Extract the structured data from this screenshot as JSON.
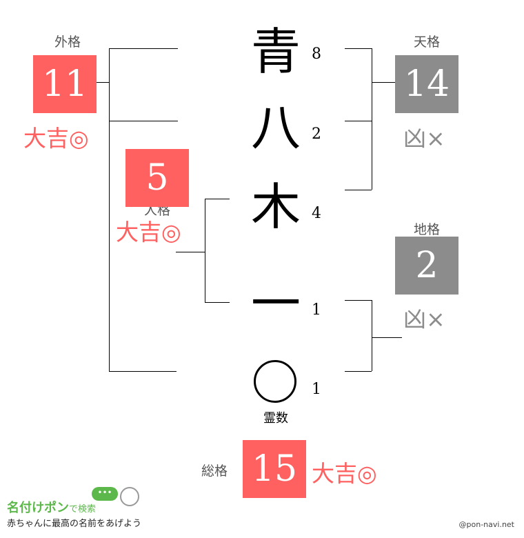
{
  "characters": [
    {
      "char": "青",
      "strokes": "8"
    },
    {
      "char": "八",
      "strokes": "2"
    },
    {
      "char": "木",
      "strokes": "4"
    },
    {
      "char": "一",
      "strokes": "1"
    },
    {
      "char": "○",
      "strokes": "1",
      "note": "霊数"
    }
  ],
  "gaikaku": {
    "label": "外格",
    "value": "11",
    "fortune": "大吉◎",
    "color": "#ff6161"
  },
  "tenkaku": {
    "label": "天格",
    "value": "14",
    "fortune": "凶×",
    "color": "#8c8c8c"
  },
  "jinkaku": {
    "label": "人格",
    "value": "5",
    "fortune": "大吉◎",
    "color": "#ff6161"
  },
  "chikaku": {
    "label": "地格",
    "value": "2",
    "fortune": "凶×",
    "color": "#8c8c8c"
  },
  "soukaku": {
    "label": "総格",
    "value": "15",
    "fortune": "大吉◎",
    "color": "#ff6161"
  },
  "footer": {
    "logo": "名付けポン",
    "logo_suffix": "で検索",
    "tagline": "赤ちゃんに最高の名前をあげよう",
    "credit": "@pon-navi.net"
  }
}
